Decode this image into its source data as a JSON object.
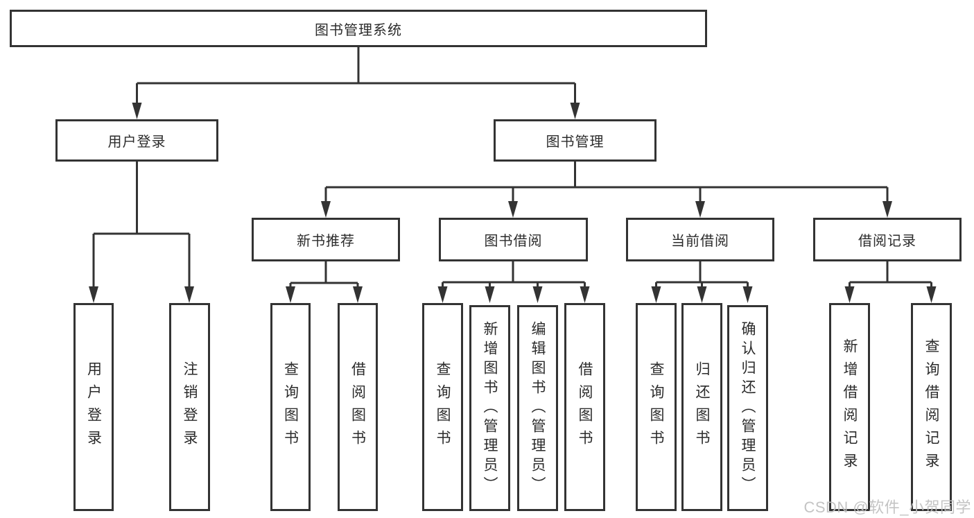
{
  "colors": {
    "line": "#333333",
    "border": "#333333",
    "text": "#2b2b2b",
    "watermark": "#bfbfbf",
    "bg": "#ffffff"
  },
  "diagram": {
    "root": "图书管理系统",
    "user_login": {
      "label": "用户登录",
      "leaves": [
        "用户登录",
        "注销登录"
      ]
    },
    "book_mgmt": {
      "label": "图书管理",
      "groups": [
        {
          "label": "新书推荐",
          "leaves": [
            "查询图书",
            "借阅图书"
          ]
        },
        {
          "label": "图书借阅",
          "leaves": [
            "查询图书",
            "新增图书（管理员）",
            "编辑图书（管理员）",
            "借阅图书"
          ]
        },
        {
          "label": "当前借阅",
          "leaves": [
            "查询图书",
            "归还图书",
            "确认归还（管理员）"
          ]
        },
        {
          "label": "借阅记录",
          "leaves": [
            "新增借阅记录",
            "查询借阅记录"
          ]
        }
      ]
    },
    "watermark": "CSDN @软件_小贺同学"
  }
}
